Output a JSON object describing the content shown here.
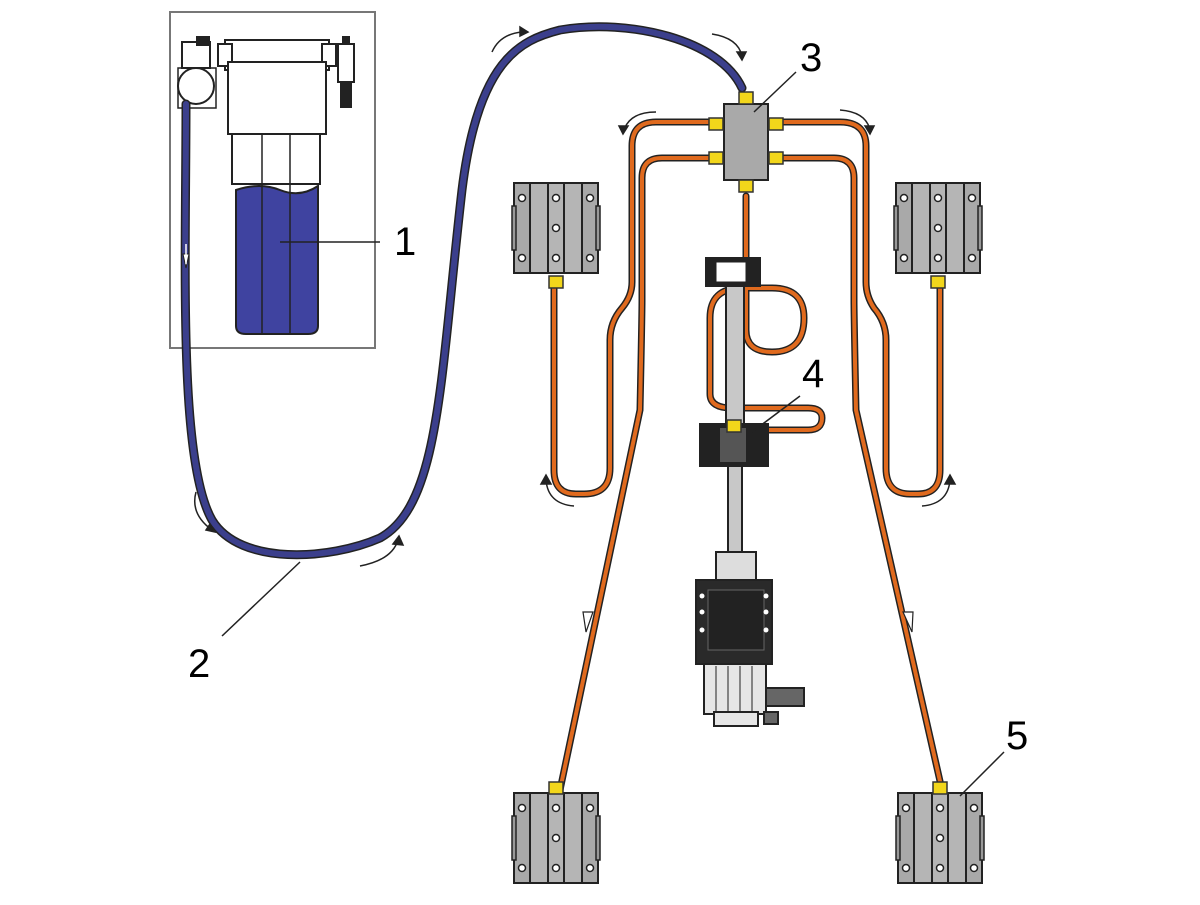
{
  "diagram": {
    "callouts": [
      {
        "id": "1",
        "text": "1"
      },
      {
        "id": "2",
        "text": "2"
      },
      {
        "id": "3",
        "text": "3"
      },
      {
        "id": "4",
        "text": "4"
      },
      {
        "id": "5",
        "text": "5"
      }
    ],
    "colors": {
      "supply_hose": "#3b3f8c",
      "distribution_line": "#e06a1e",
      "fluid": "#3f43a0",
      "block": "#a9a9a9",
      "fitting": "#f2d61b",
      "frame": "#777777"
    }
  }
}
